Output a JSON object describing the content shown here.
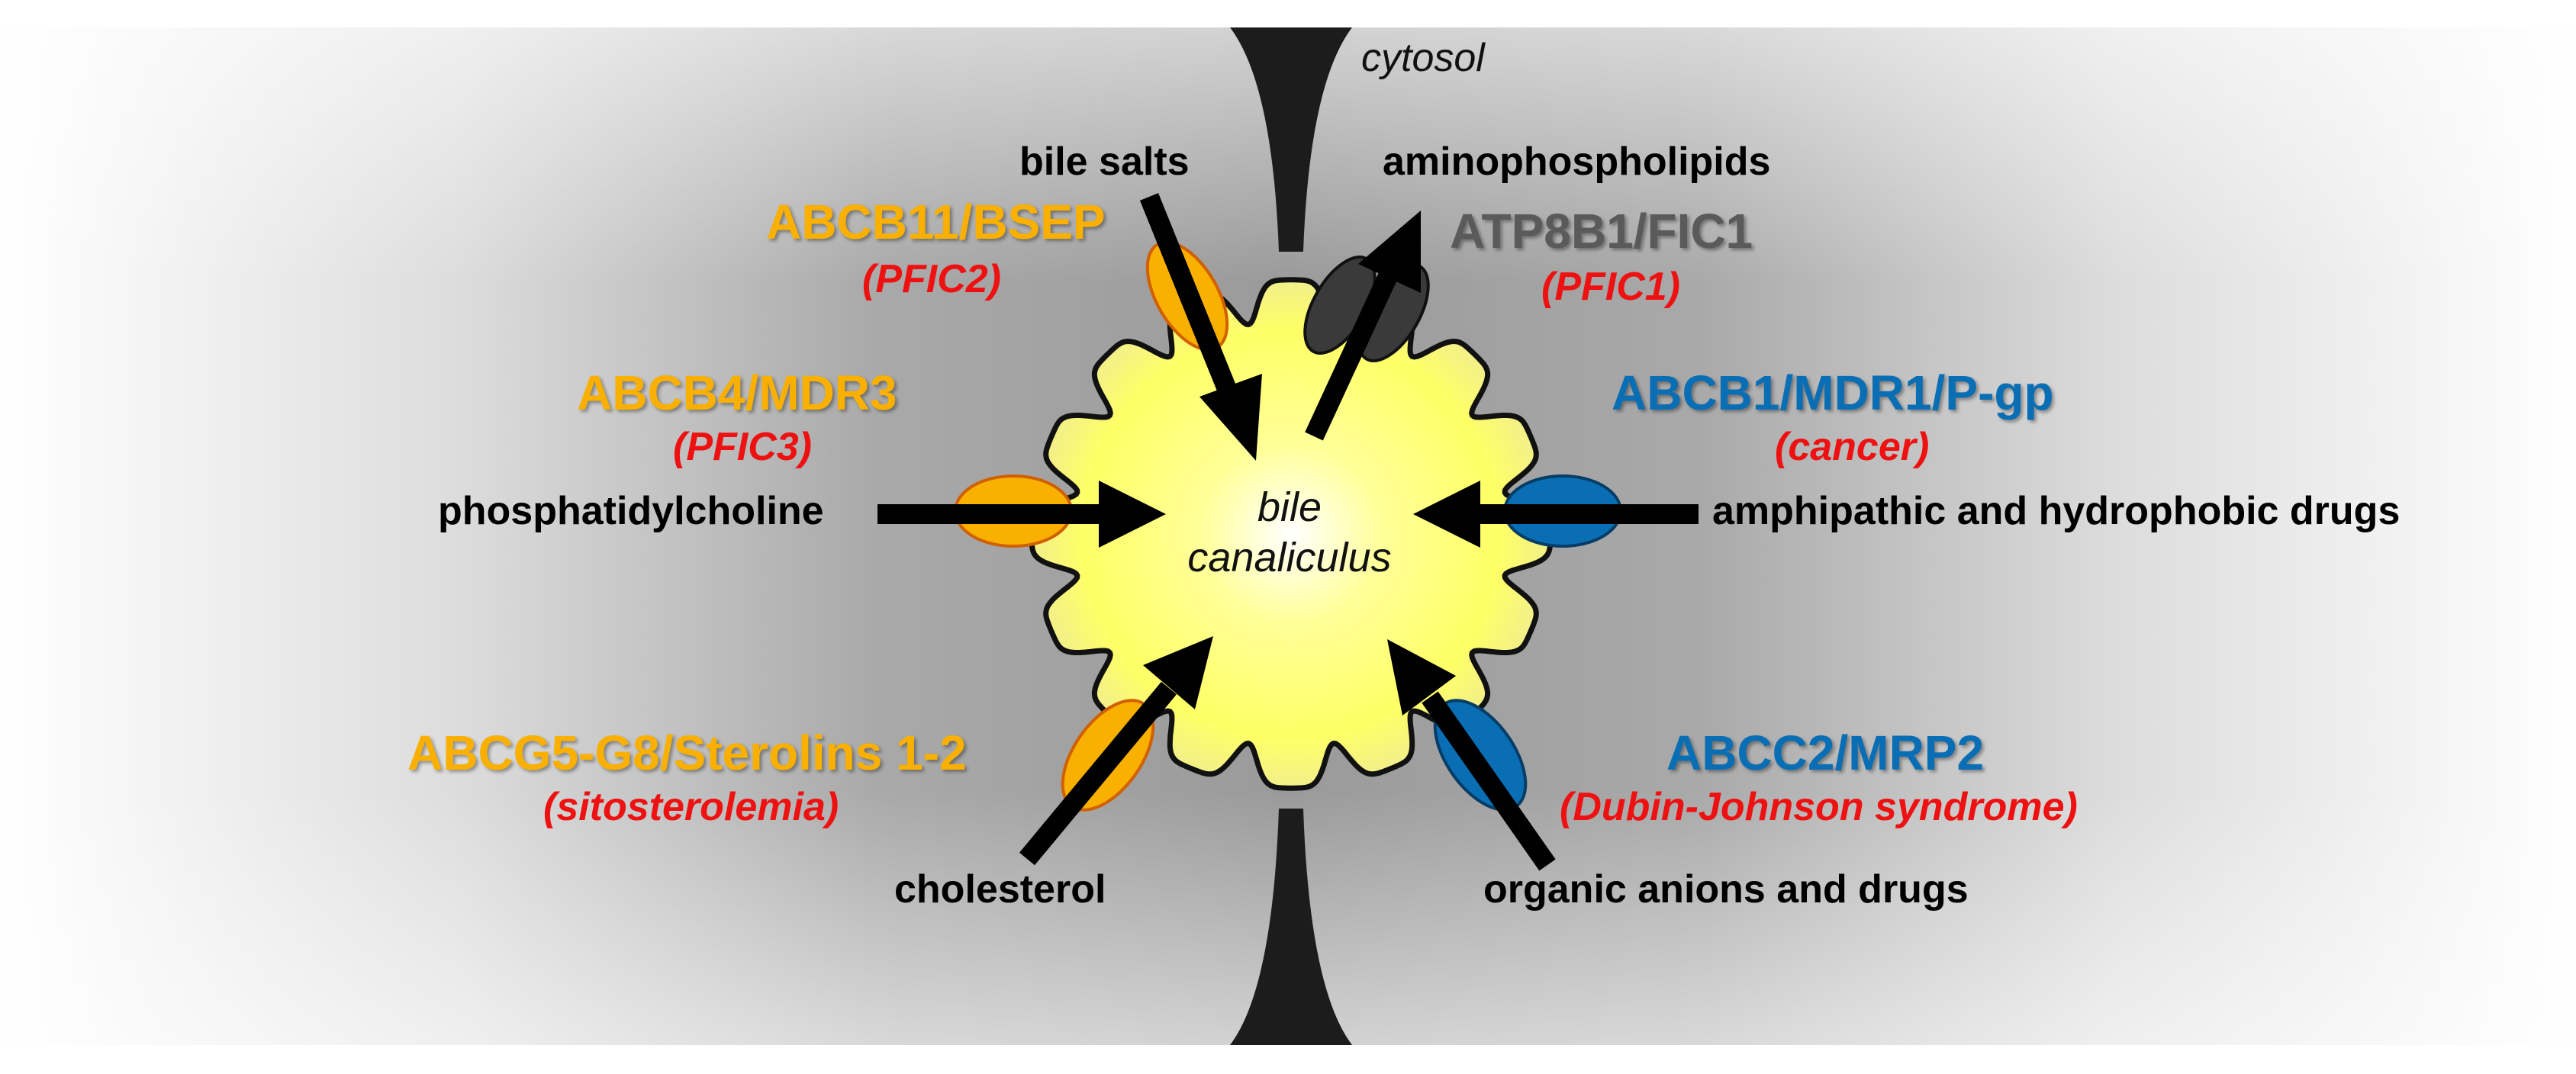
{
  "colors": {
    "orange_transporter": "#f9b000",
    "blue_transporter": "#0a6eb4",
    "dark_transporter": "#3c3c3c",
    "disease_red": "#ee1111",
    "gray_transporter_label": "#5a5a5a",
    "canaliculus_core": "#ffff88"
  },
  "labels": {
    "cytosol": "cytosol",
    "canaliculus_line1": "bile",
    "canaliculus_line2": "canaliculus"
  },
  "substrates": {
    "bile_salts": "bile salts",
    "aminophospholipids": "aminophospholipids",
    "phosphatidylcholine": "phosphatidylcholine",
    "amphipathic_drugs": "amphipathic and hydrophobic drugs",
    "cholesterol": "cholesterol",
    "organic_anions": "organic anions and drugs"
  },
  "transporters": {
    "abcb11": {
      "name": "ABCB11/BSEP",
      "disease": "(PFIC2)"
    },
    "atp8b1": {
      "name": "ATP8B1/FIC1",
      "disease": "(PFIC1)"
    },
    "abcb4": {
      "name": "ABCB4/MDR3",
      "disease": "(PFIC3)"
    },
    "abcb1": {
      "name": "ABCB1/MDR1/P-gp",
      "disease": "(cancer)"
    },
    "abcg5": {
      "name": "ABCG5-G8/Sterolins 1-2",
      "disease": "(sitosterolemia)"
    },
    "abcc2": {
      "name": "ABCC2/MRP2",
      "disease": "(Dubin-Johnson syndrome)"
    }
  }
}
